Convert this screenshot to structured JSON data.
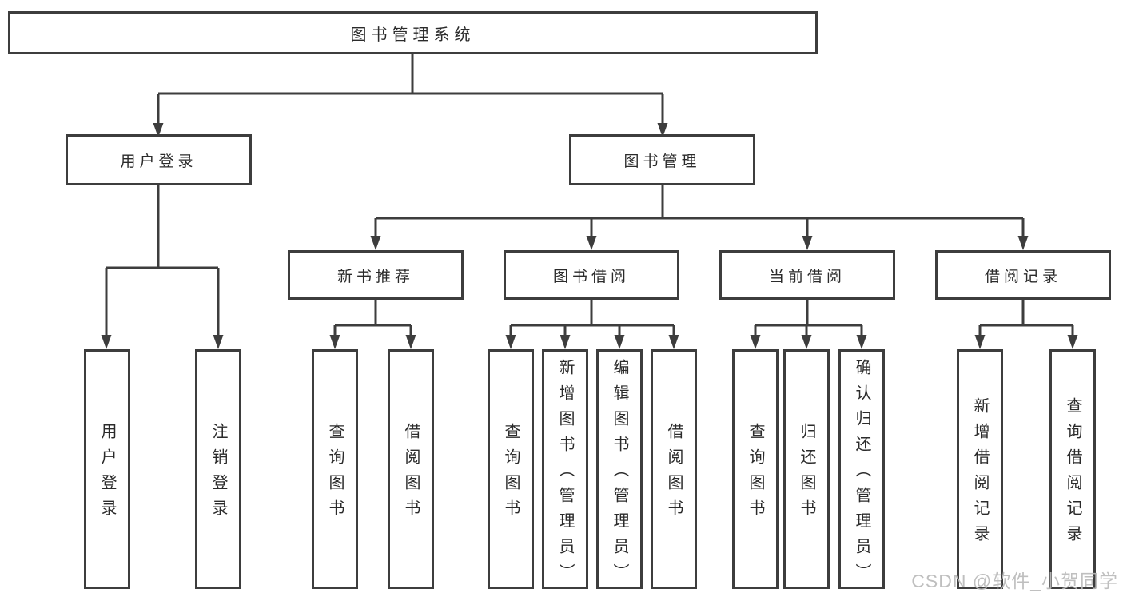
{
  "tree": {
    "label": "图书管理系统",
    "children": [
      {
        "label": "用户登录",
        "children": [
          {
            "label": "用户登录"
          },
          {
            "label": "注销登录"
          }
        ]
      },
      {
        "label": "图书管理",
        "children": [
          {
            "label": "新书推荐",
            "children": [
              {
                "label": "查询图书"
              },
              {
                "label": "借阅图书"
              }
            ]
          },
          {
            "label": "图书借阅",
            "children": [
              {
                "label": "查询图书"
              },
              {
                "label": "新增图书（管理员）"
              },
              {
                "label": "编辑图书（管理员）"
              },
              {
                "label": "借阅图书"
              }
            ]
          },
          {
            "label": "当前借阅",
            "children": [
              {
                "label": "查询图书"
              },
              {
                "label": "归还图书"
              },
              {
                "label": "确认归还（管理员）"
              }
            ]
          },
          {
            "label": "借阅记录",
            "children": [
              {
                "label": "新增借阅记录"
              },
              {
                "label": "查询借阅记录"
              }
            ]
          }
        ]
      }
    ]
  },
  "watermark": {
    "text": "CSDN @软件_小贺同学"
  },
  "colors": {
    "line": "#3d3d3d",
    "box_border": "#3d3d3d",
    "box_background": "#ffffff",
    "text": "#2b2b2b",
    "watermark": "#bababa",
    "page_background": "#ffffff"
  }
}
